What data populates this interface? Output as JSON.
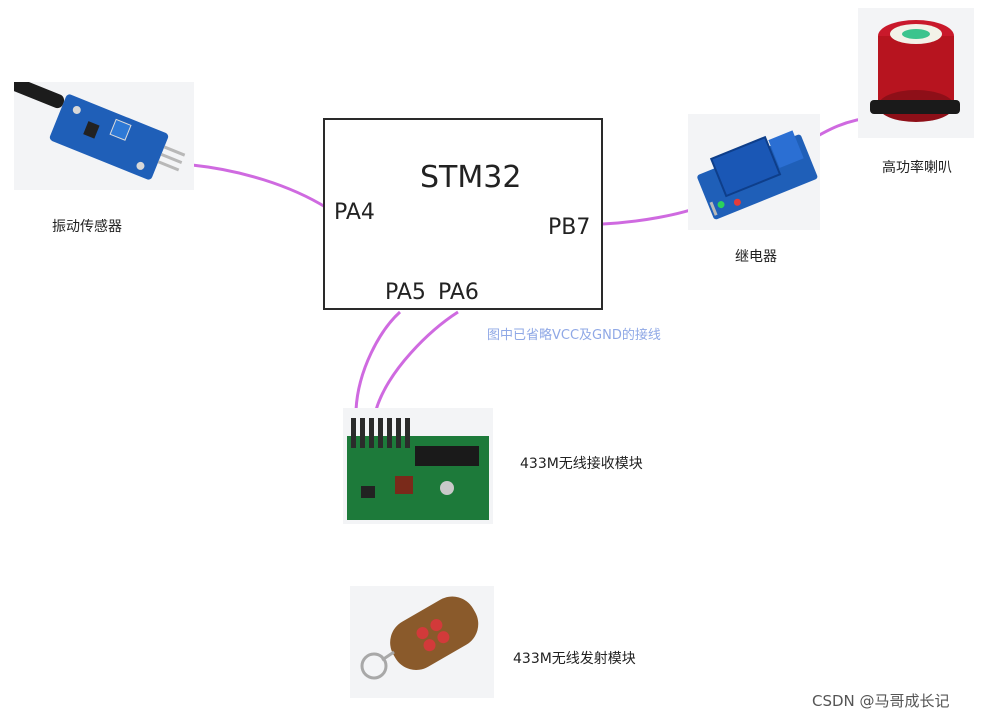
{
  "mcu": {
    "label": "STM32"
  },
  "pins": {
    "pa4": "PA4",
    "pb7": "PB7",
    "pa5": "PA5",
    "pa6": "PA6"
  },
  "components": {
    "vibration_sensor": "振动传感器",
    "relay": "继电器",
    "speaker": "高功率喇叭",
    "rf_receiver": "433M无线接收模块",
    "rf_transmitter": "433M无线发射模块"
  },
  "note": "图中已省略VCC及GND的接线",
  "watermark": "CSDN @马哥成长记",
  "colors": {
    "wire": "#cf6ae0",
    "pcb_blue": "#1f5fb8",
    "pcb_green": "#1d7a3a",
    "note_text": "#8fa8e6"
  },
  "icons": [
    "vibration-sensor-icon",
    "relay-module-icon",
    "speaker-icon",
    "rf-receiver-board-icon",
    "rf-remote-icon"
  ]
}
